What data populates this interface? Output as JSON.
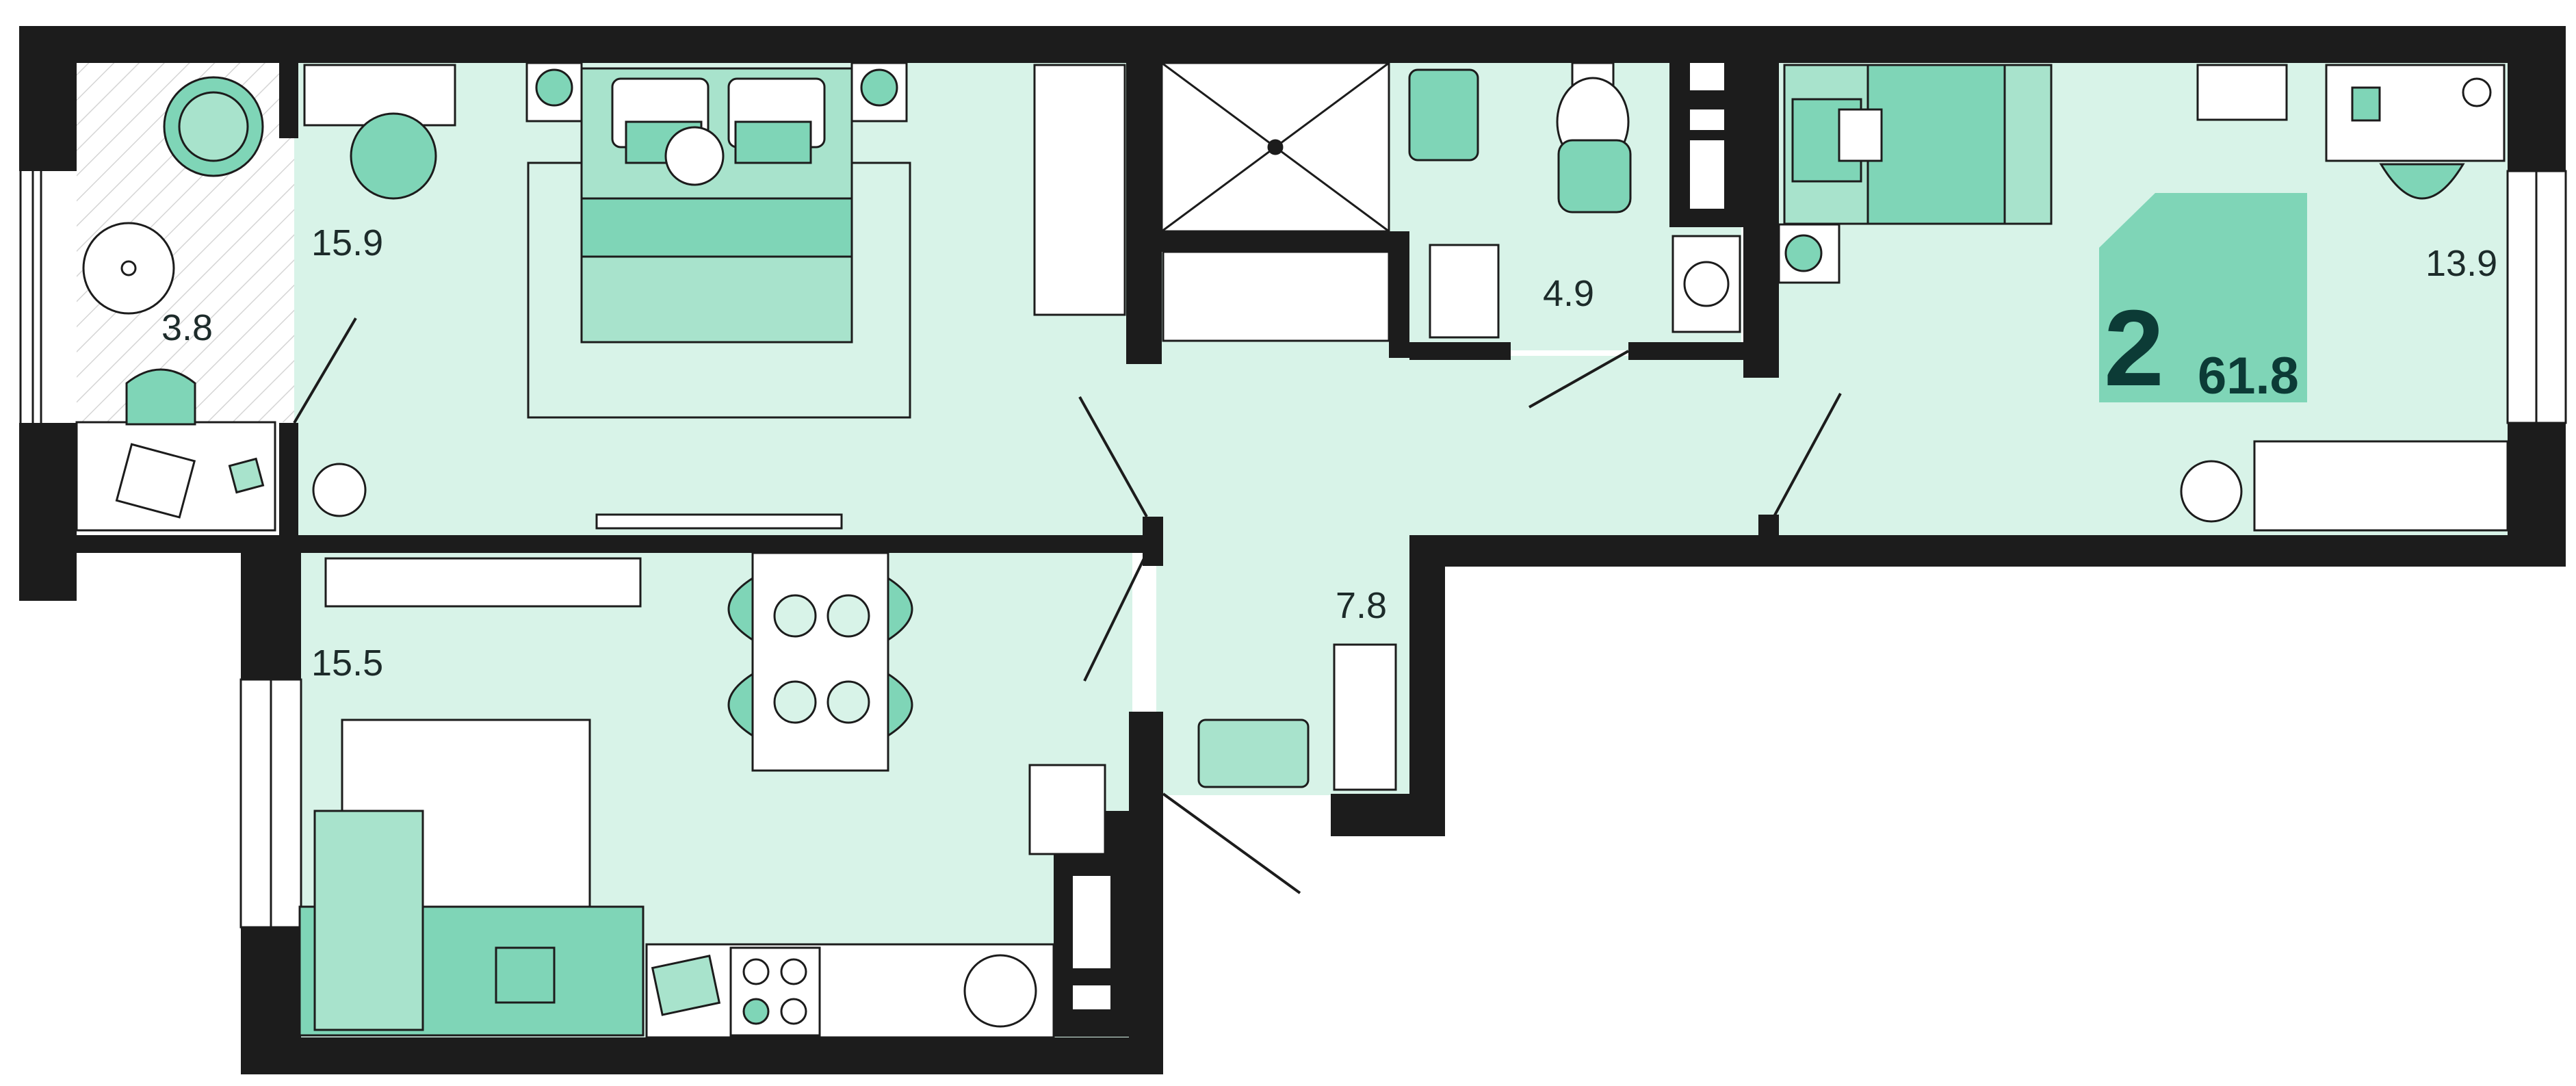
{
  "plan": {
    "room_count": "2",
    "total_area": "61.8",
    "rooms": [
      {
        "id": "balcony",
        "area": "3.8"
      },
      {
        "id": "bedroom",
        "area": "15.9"
      },
      {
        "id": "living_kitchen",
        "area": "15.5"
      },
      {
        "id": "hallway",
        "area": "7.8"
      },
      {
        "id": "bathroom",
        "area": "4.9"
      },
      {
        "id": "second_bedroom",
        "area": "13.9"
      }
    ],
    "colors": {
      "floor": "#d8f3e8",
      "wall": "#1c1c1c",
      "accent": "#7fd5b7",
      "accent_light": "#a8e3cc",
      "badge_text": "#0c3b36"
    }
  }
}
